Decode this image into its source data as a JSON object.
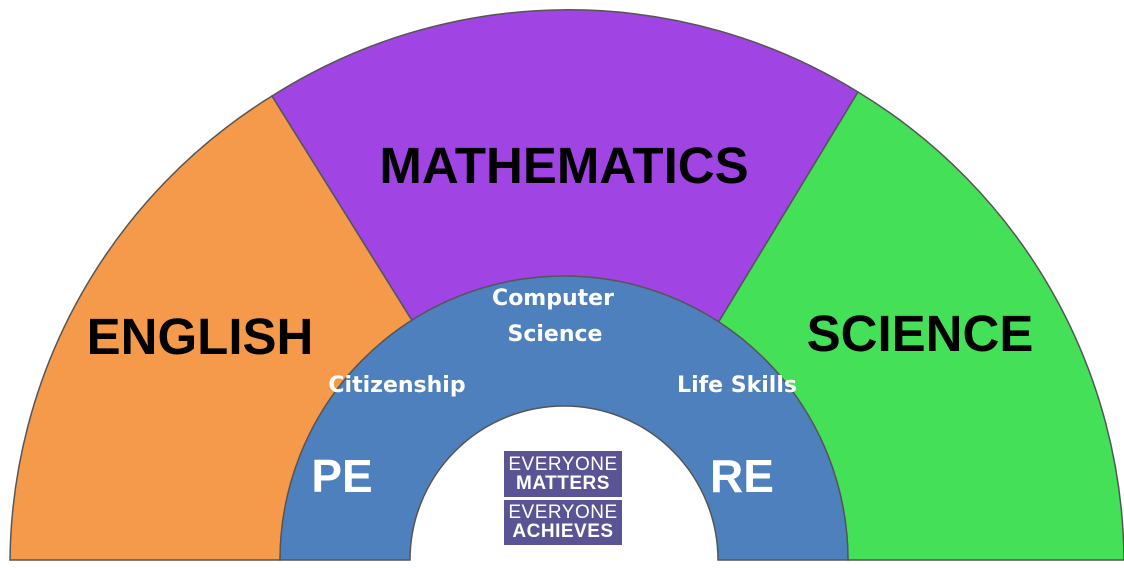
{
  "segments": {
    "english": {
      "label": "ENGLISH",
      "color": "#f59a4a"
    },
    "mathematics": {
      "label": "MATHEMATICS",
      "color": "#a044e4"
    },
    "science": {
      "label": "SCIENCE",
      "color": "#43e058"
    }
  },
  "inner_ring": {
    "color": "#4e80bd",
    "computer_science": {
      "line1": "Computer",
      "line2": "Science"
    },
    "citizenship": "Citizenship",
    "life_skills": "Life Skills",
    "pe": "PE",
    "re": "RE"
  },
  "logo": {
    "color": "#5a5494",
    "line1_top": "EVERYONE",
    "line1_bottom": "MATTERS",
    "line2_top": "EVERYONE",
    "line2_bottom": "ACHIEVES"
  }
}
